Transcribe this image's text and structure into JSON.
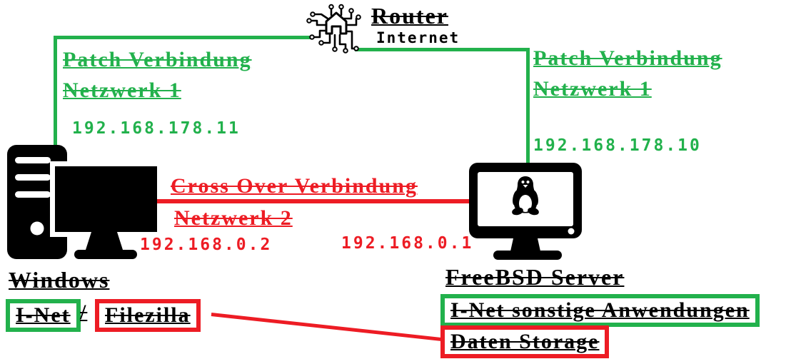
{
  "colors": {
    "background": "#FFFFFF",
    "patch_green": "#22B14C",
    "crossover_red": "#ED1C24",
    "text_black": "#000000"
  },
  "router": {
    "title": "Router",
    "subtitle": "Internet",
    "icon": "router-network-icon"
  },
  "connections": {
    "patch_left": {
      "label_line1": "Patch Verbindung",
      "label_line2": "Netzwerk 1",
      "ip": "192.168.178.11",
      "color": "#22B14C"
    },
    "patch_right": {
      "label_line1": "Patch Verbindung",
      "label_line2": "Netzwerk 1",
      "ip": "192.168.178.10",
      "color": "#22B14C"
    },
    "crossover": {
      "label_line1": "Cross Over Verbindung",
      "label_line2": "Netzwerk 2",
      "ip_windows": "192.168.0.2",
      "ip_freebsd": "192.168.0.1",
      "color": "#ED1C24"
    }
  },
  "windows_host": {
    "label": "Windows",
    "icon": "desktop-pc-icon",
    "apps": {
      "inet": "I-Net",
      "separator": "/",
      "filezilla": "Filezilla"
    }
  },
  "freebsd_host": {
    "label": "FreeBSD Server",
    "icon": "monitor-tux-icon",
    "apps": {
      "inet": "I-Net sonstige Anwendungen",
      "storage": "Daten Storage"
    }
  }
}
